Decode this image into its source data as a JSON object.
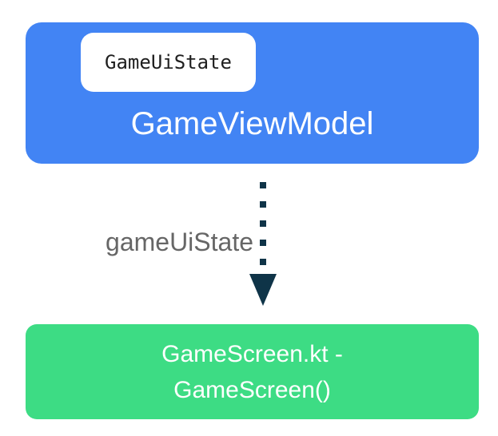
{
  "colors": {
    "background": "#ffffff",
    "viewmodel-box": "#4284f4",
    "screen-box": "#3ddc84",
    "arrow": "#0f3448",
    "chip-bg": "#ffffff",
    "chip-text": "#1f1f1f",
    "label-text": "#666666",
    "box-text": "#ffffff"
  },
  "diagram": {
    "viewmodel_box": {
      "chip_label": "GameUiState",
      "title": "GameViewModel"
    },
    "arrow": {
      "label": "gameUiState"
    },
    "screen_box": {
      "line1": "GameScreen.kt -",
      "line2": "GameScreen()"
    }
  }
}
